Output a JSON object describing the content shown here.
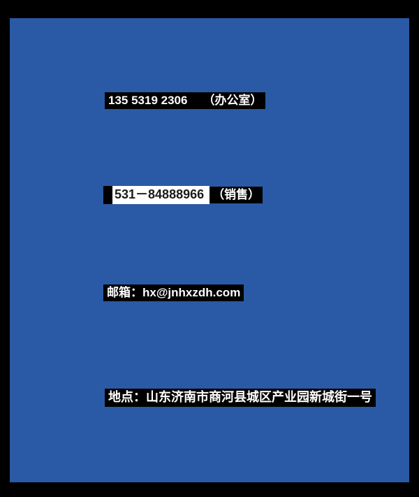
{
  "theme": {
    "frame_color": "#000000",
    "background_color": "#2a5aa5",
    "highlight_color": "#000000",
    "text_color": "#ffffff",
    "selection_background": "#ffffff",
    "selection_text_color": "#1b1b1b"
  },
  "contact": {
    "office_phone": "135 5319 2306",
    "office_label": "（办公室）",
    "sales_phone": "531－84888966",
    "sales_label": "（销售）",
    "email_line": "邮箱：hx@jnhxzdh.com",
    "address_line": "地点：山东济南市商河县城区产业园新城街一号"
  }
}
